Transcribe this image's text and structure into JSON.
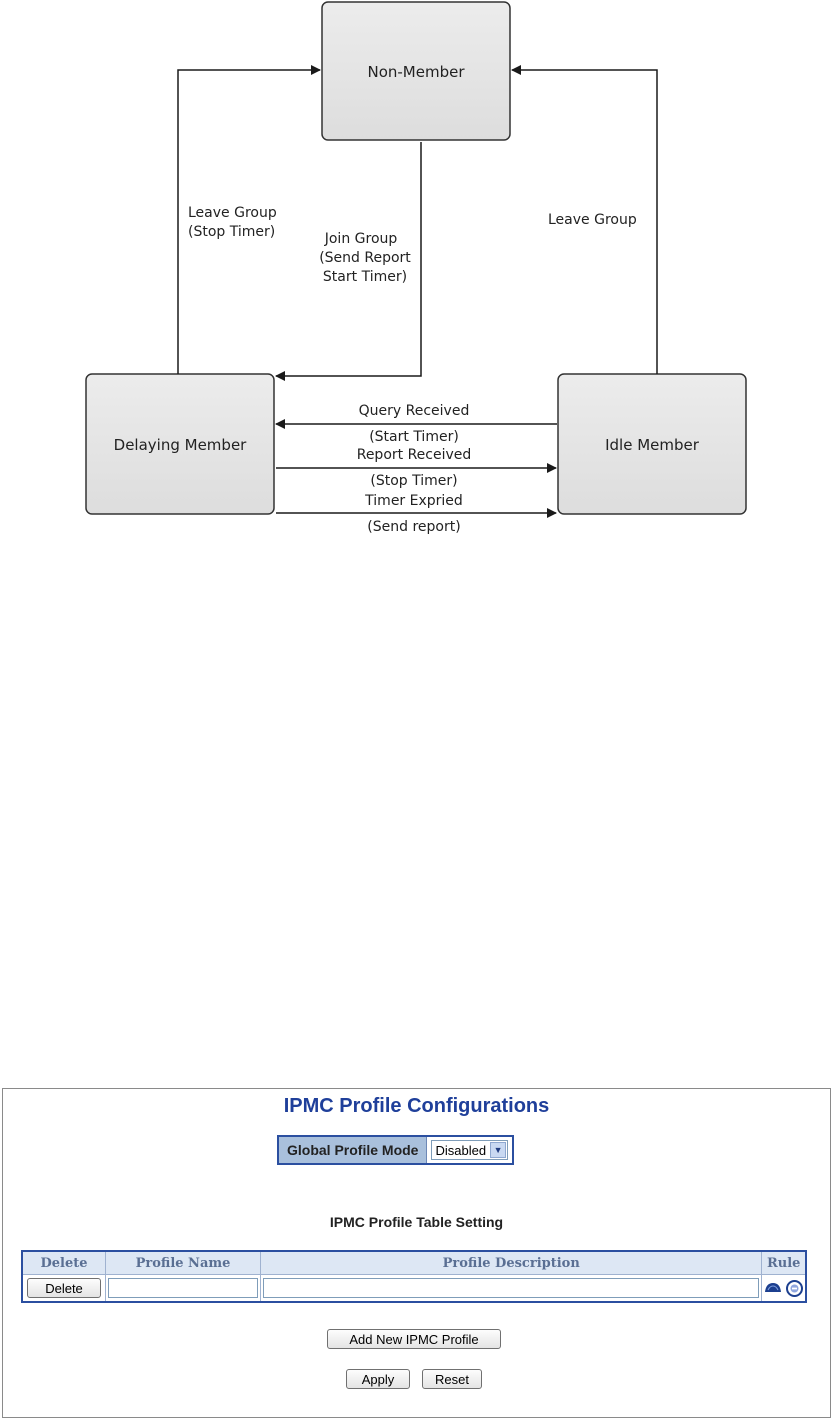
{
  "diagram": {
    "states": {
      "non_member": "Non-Member",
      "delaying_member": "Delaying Member",
      "idle_member": "Idle Member"
    },
    "transitions": {
      "leave_group_left": [
        "Leave Group",
        "(Stop Timer)"
      ],
      "join_group": [
        "Join Group",
        "(Send Report",
        "Start Timer)"
      ],
      "leave_group_right": "Leave Group",
      "query_received": "Query Received",
      "start_timer": "(Start Timer)",
      "report_received": "Report Received",
      "stop_timer": "(Stop Timer)",
      "timer_expired": "Timer Expried",
      "send_report": "(Send report)"
    }
  },
  "config": {
    "title": "IPMC Profile Configurations",
    "global_mode_label": "Global Profile Mode",
    "global_mode_value": "Disabled",
    "table_title": "IPMC Profile Table Setting",
    "columns": [
      "Delete",
      "Profile Name",
      "Profile Description",
      "Rule"
    ],
    "row": {
      "delete_label": "Delete",
      "profile_name": "",
      "profile_description": ""
    },
    "add_label": "Add New IPMC Profile",
    "apply_label": "Apply",
    "reset_label": "Reset"
  }
}
